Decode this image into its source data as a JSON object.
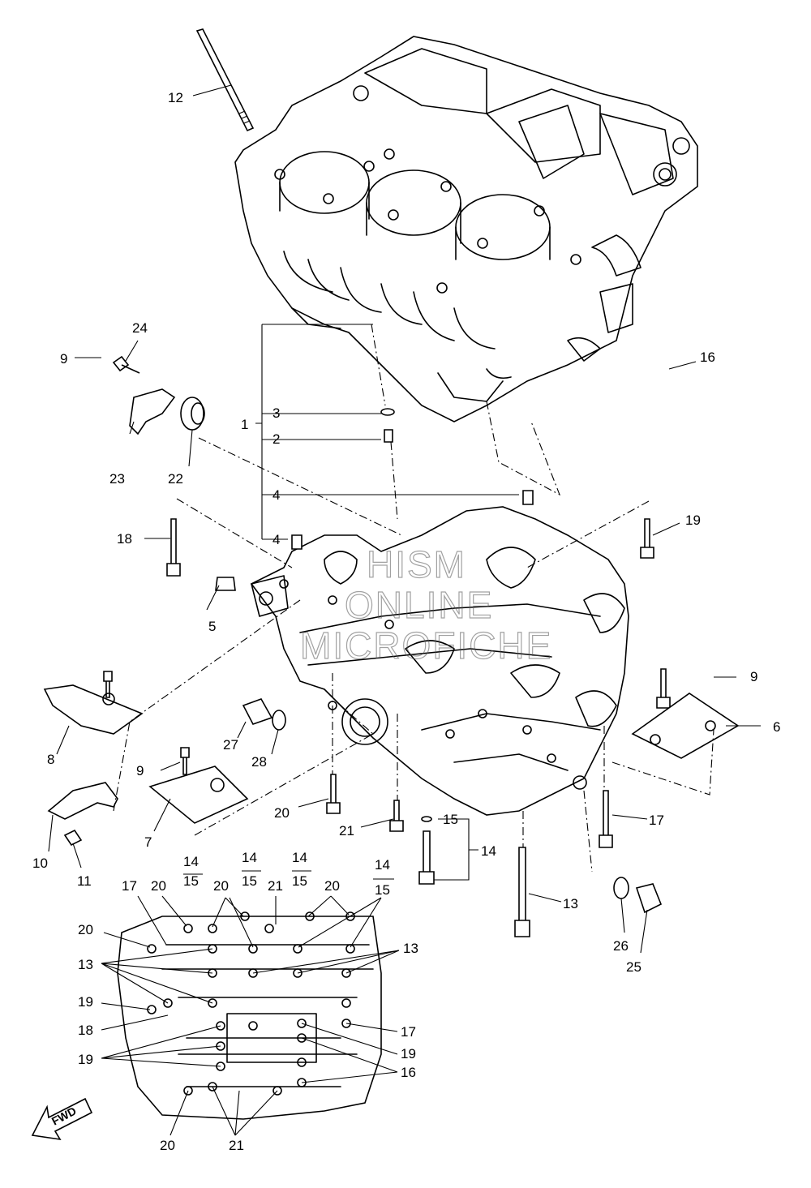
{
  "labels": {
    "l1": "1",
    "l2": "2",
    "l3": "3",
    "l4a": "4",
    "l4b": "4",
    "l5": "5",
    "l6": "6",
    "l7": "7",
    "l8": "8",
    "l9a": "9",
    "l9b": "9",
    "l9c": "9",
    "l10": "10",
    "l11": "11",
    "l12": "12",
    "l13": "13",
    "l14": "14",
    "l15": "15",
    "l16": "16",
    "l17": "17",
    "l18": "18",
    "l19": "19",
    "l20": "20",
    "l21": "21",
    "l22": "22",
    "l23": "23",
    "l24": "24",
    "l25": "25",
    "l26": "26",
    "l27": "27",
    "l28": "28"
  },
  "bottom_view_labels": {
    "b14a": "14",
    "b15a": "15",
    "b14b": "14",
    "b15b": "15",
    "b14c": "14",
    "b15c": "15",
    "b14d": "14",
    "b15d": "15",
    "b17a": "17",
    "b20a": "20",
    "b20b": "20",
    "b21a": "21",
    "b20c": "20",
    "b20d": "20",
    "b13a": "13",
    "b13b": "13",
    "b19a": "19",
    "b18": "18",
    "b17b": "17",
    "b19b": "19",
    "b19c": "19",
    "b16": "16",
    "b20e": "20",
    "b21b": "21"
  },
  "watermark": {
    "line1": "HISM",
    "line2": "ONLINE",
    "line3": "MICROFICHE"
  },
  "fwd_label": "FWD",
  "fwd_icon": "fwd-arrow-icon"
}
